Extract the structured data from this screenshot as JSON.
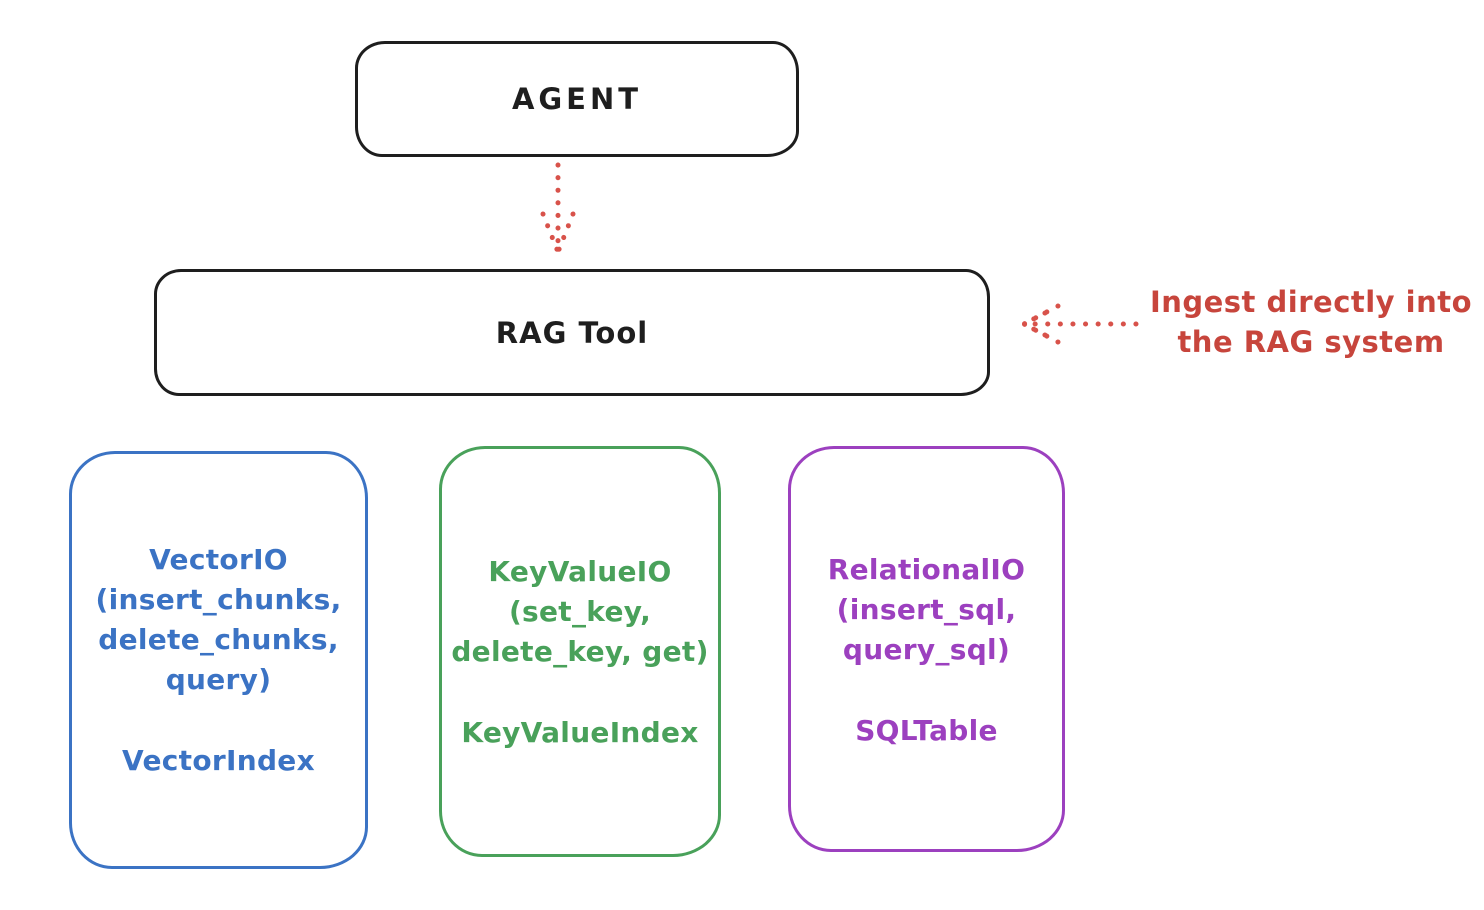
{
  "canvas": {
    "background": "#ffffff",
    "stroke": "#1e1e1e"
  },
  "agent": {
    "label": "AGENT"
  },
  "rag_tool": {
    "label": "RAG Tool"
  },
  "arrows": {
    "color": "#d8524a",
    "agent_to_rag": {
      "style": "dotted",
      "direction": "down"
    },
    "ingest_to_rag": {
      "style": "dotted",
      "direction": "left"
    }
  },
  "ingest_annotation": {
    "color": "#c7453c",
    "line1": "Ingest directly into",
    "line2": "the RAG system"
  },
  "io_boxes": [
    {
      "name": "VectorIO",
      "color": "#3b73c4",
      "lines": [
        "VectorIO",
        "(insert_chunks,",
        "delete_chunks,",
        "query)"
      ],
      "index_label": "VectorIndex"
    },
    {
      "name": "KeyValueIO",
      "color": "#49a15a",
      "lines": [
        "KeyValueIO",
        "(set_key,",
        "delete_key, get)"
      ],
      "index_label": "KeyValueIndex"
    },
    {
      "name": "RelationalIO",
      "color": "#9c40bf",
      "lines": [
        "RelationalIO",
        "(insert_sql,",
        "query_sql)"
      ],
      "index_label": "SQLTable"
    }
  ]
}
